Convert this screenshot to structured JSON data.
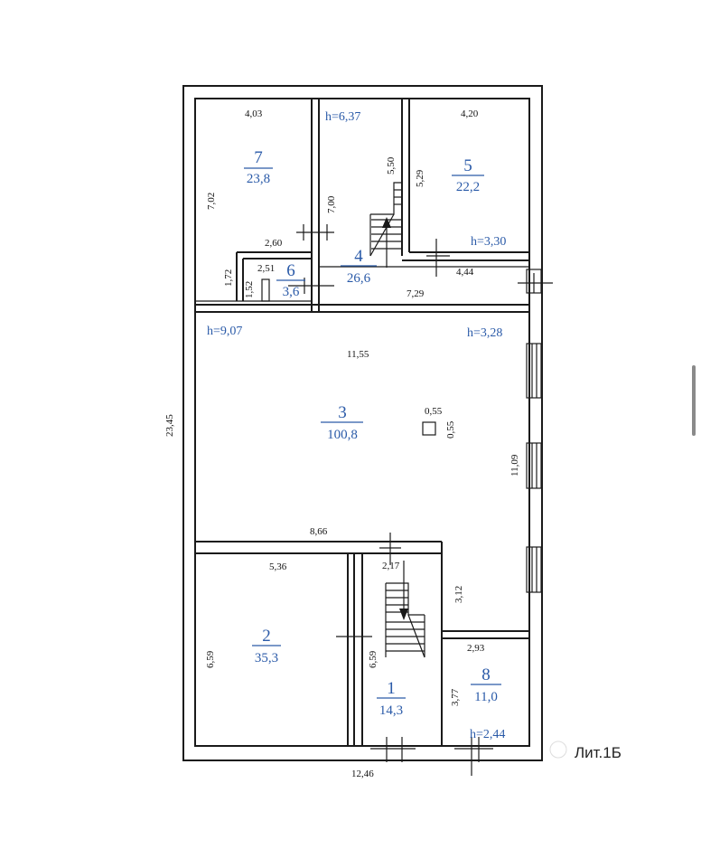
{
  "plan": {
    "label": "Лит.1Б",
    "overall": {
      "height": "23,45",
      "width": "12,46"
    },
    "rooms": [
      {
        "number": "1",
        "area": "14,3"
      },
      {
        "number": "2",
        "area": "35,3"
      },
      {
        "number": "3",
        "area": "100,8"
      },
      {
        "number": "4",
        "area": "26,6"
      },
      {
        "number": "5",
        "area": "22,2"
      },
      {
        "number": "6",
        "area": "3,6"
      },
      {
        "number": "7",
        "area": "23,8"
      },
      {
        "number": "8",
        "area": "11,0"
      }
    ],
    "heights": {
      "h1": "h=6,37",
      "h2": "h=3,30",
      "h3": "h=9,07",
      "h4": "h=3,28",
      "h5": "h=2,44"
    },
    "dims": {
      "d_403": "4,03",
      "d_702a": "7,02",
      "d_260": "2,60",
      "d_172": "1,72",
      "d_152": "1,52",
      "d_251": "2,51",
      "d_700": "7,00",
      "d_550": "5,50",
      "d_529": "5,29",
      "d_420": "4,20",
      "d_444": "4,44",
      "d_729": "7,29",
      "d_1155": "11,55",
      "d_055a": "0,55",
      "d_055b": "0,55",
      "d_1109": "11,09",
      "d_866": "8,66",
      "d_536": "5,36",
      "d_217": "2,17",
      "d_312": "3,12",
      "d_659a": "6,59",
      "d_659b": "6,59",
      "d_293": "2,93",
      "d_377": "3,77"
    }
  }
}
